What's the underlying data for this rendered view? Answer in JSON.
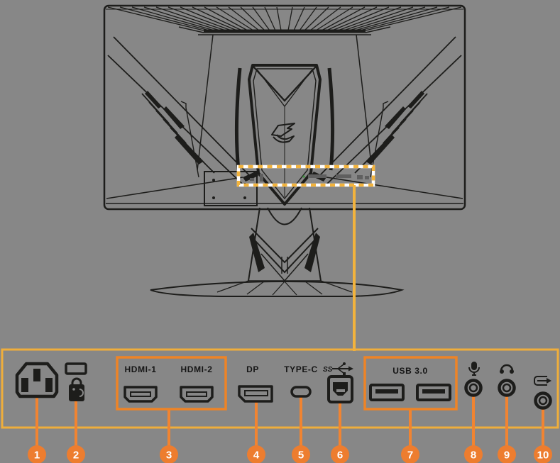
{
  "figure": {
    "subject": "monitor-rear-port-diagram",
    "view": "rear-view-line-drawing-with-port-callouts"
  },
  "colors": {
    "background": "#878787",
    "line_art": "#1d1d1b",
    "highlight_gold": "#F2B33D",
    "group_orange": "#EE8426",
    "callout_orange": "#ED7D2F",
    "callout_number": "#ffffff"
  },
  "panel": {
    "labels": {
      "hdmi1": "HDMI-1",
      "hdmi2": "HDMI-2",
      "dp": "DP",
      "typec": "TYPE-C",
      "ss": "SS",
      "usb30": "USB 3.0"
    }
  },
  "icons": {
    "aorus_logo": "aorus-falcon-logo-icon",
    "ss_usb": "usb-superspeed-trident-icon",
    "mic": "microphone-icon",
    "headphone": "headphone-icon",
    "lineout": "line-out-icon",
    "kensington": "kensington-lock-icon",
    "power": "ac-power-inlet-icon"
  },
  "callouts": [
    {
      "number": "1"
    },
    {
      "number": "2"
    },
    {
      "number": "3"
    },
    {
      "number": "4"
    },
    {
      "number": "5"
    },
    {
      "number": "6"
    },
    {
      "number": "7"
    },
    {
      "number": "8"
    },
    {
      "number": "9"
    },
    {
      "number": "10"
    }
  ]
}
